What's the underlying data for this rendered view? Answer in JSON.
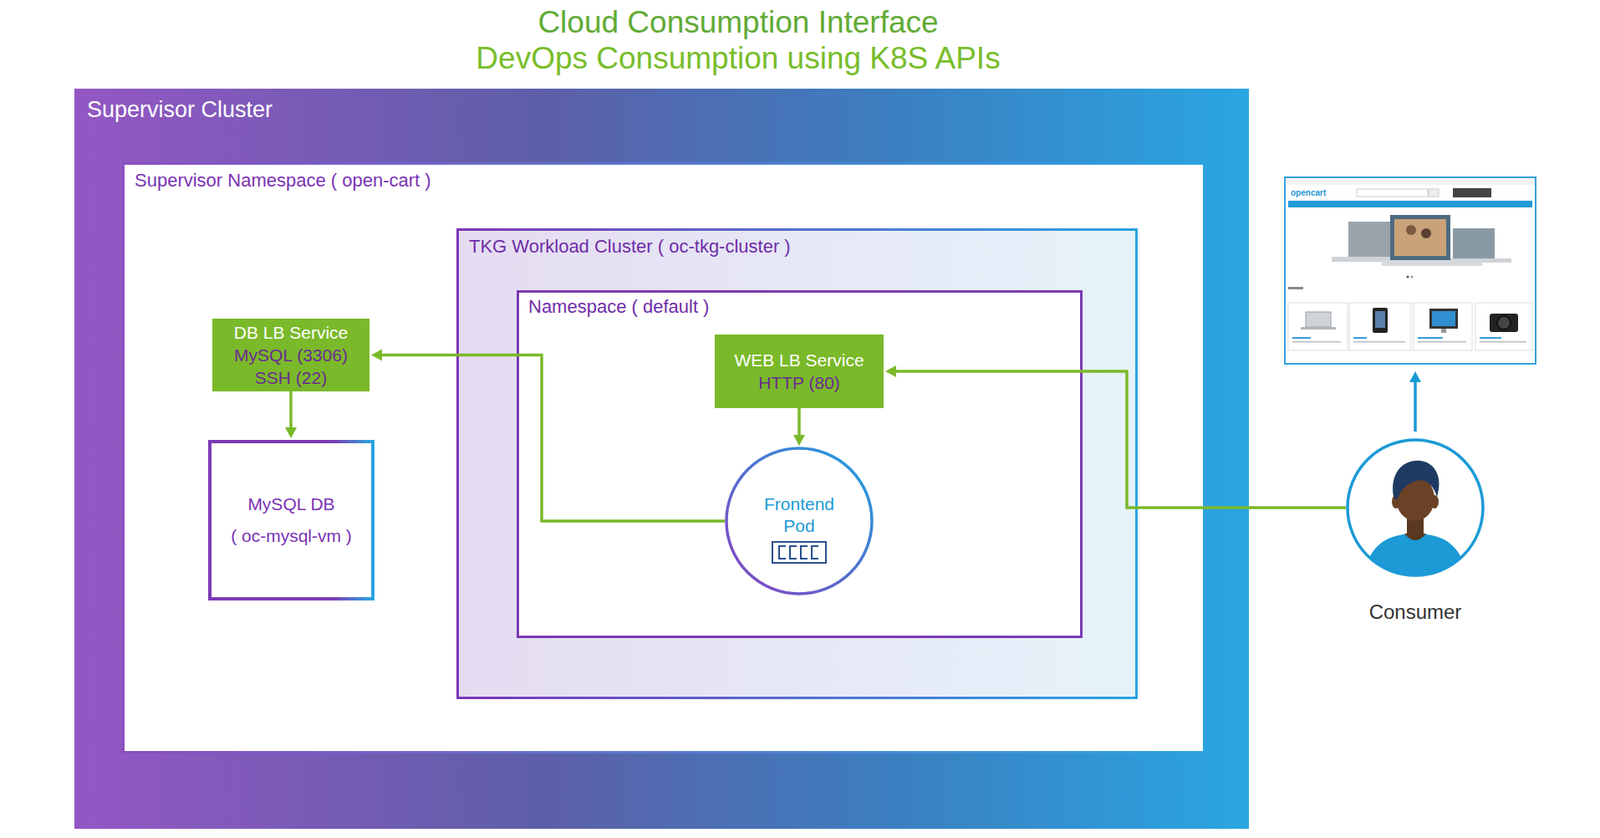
{
  "diagram": {
    "title": "Cloud Consumption Interface",
    "nodes": [
      {
        "text": [
          "Supervisor Cluster"
        ]
      },
      {
        "text": [
          "Supervisor Namespace ( open-cart )"
        ],
        "in": 0
      },
      {
        "text": [
          "TKG Workload Cluster ( oc-tkg-cluster )"
        ],
        "in": 1
      },
      {
        "text": [
          "Namespace ( default )"
        ],
        "in": 2
      },
      {
        "text": [
          "DB LB Service",
          "MySQL (3306)",
          "SSH (22)"
        ],
        "in": 1
      },
      {
        "text": [
          "MySQL DB",
          "( oc-mysql-vm )"
        ],
        "in": 1
      },
      {
        "text": [
          "WEB LB Service",
          "HTTP (80)"
        ],
        "in": 3
      },
      {
        "text": [
          "Frontend Pod"
        ],
        "in": 3
      },
      {
        "text": [
          "opencart"
        ]
      },
      {
        "text": [
          "Consumer"
        ]
      }
    ],
    "edges": [
      {
        "from": 9,
        "to": 6,
        "arrow": "to"
      },
      {
        "from": 6,
        "to": 7,
        "arrow": "to"
      },
      {
        "from": 7,
        "to": 4,
        "arrow": "to"
      },
      {
        "from": 4,
        "to": 5,
        "arrow": "to"
      },
      {
        "from": 9,
        "to": 8,
        "arrow": "to"
      }
    ],
    "labels": [
      "DevOps Consumption using K8S APIs"
    ]
  }
}
